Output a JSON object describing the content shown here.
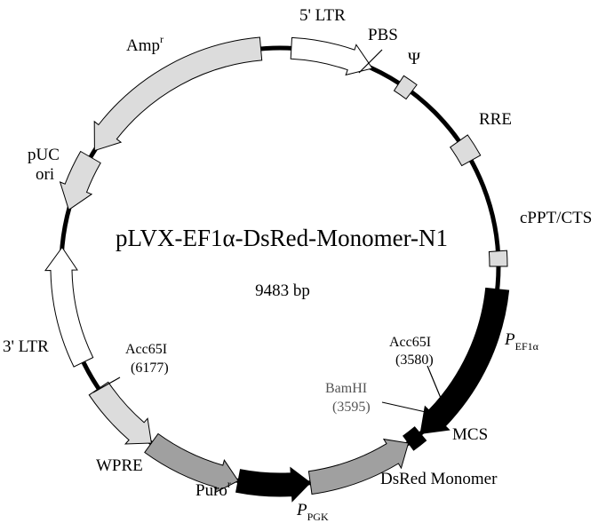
{
  "plasmid": {
    "name": "pLVX-EF1α-DsRed-Monomer-N1",
    "size": "9483 bp"
  },
  "features": {
    "ltr5": "5' LTR",
    "pbs": "PBS",
    "psi": "Ψ",
    "rre": "RRE",
    "cppt": "cPPT/CTS",
    "p_ef1a": {
      "main": "P",
      "sub": "EF1α"
    },
    "mcs": "MCS",
    "dsred": "DsRed Monomer",
    "p_pgk": {
      "main": "P",
      "sub": "PGK"
    },
    "puro": {
      "main": "Puro",
      "sup": "r"
    },
    "wpre": "WPRE",
    "ltr3": "3' LTR",
    "puc_ori": {
      "line1": "pUC",
      "line2": "ori"
    },
    "amp": {
      "main": "Amp",
      "sup": "r"
    }
  },
  "sites": {
    "acc65i_a": {
      "name": "Acc65I",
      "pos": "(3580)"
    },
    "bamhi": {
      "name": "BamHI",
      "pos": "(3595)"
    },
    "acc65i_b": {
      "name": "Acc65I",
      "pos": "(6177)"
    }
  },
  "colors": {
    "black_feature": "#000000",
    "light_gray": "#dcdcdc",
    "mid_gray": "#a0a0a0",
    "white_feature": "#ffffff",
    "outline": "#000000"
  }
}
